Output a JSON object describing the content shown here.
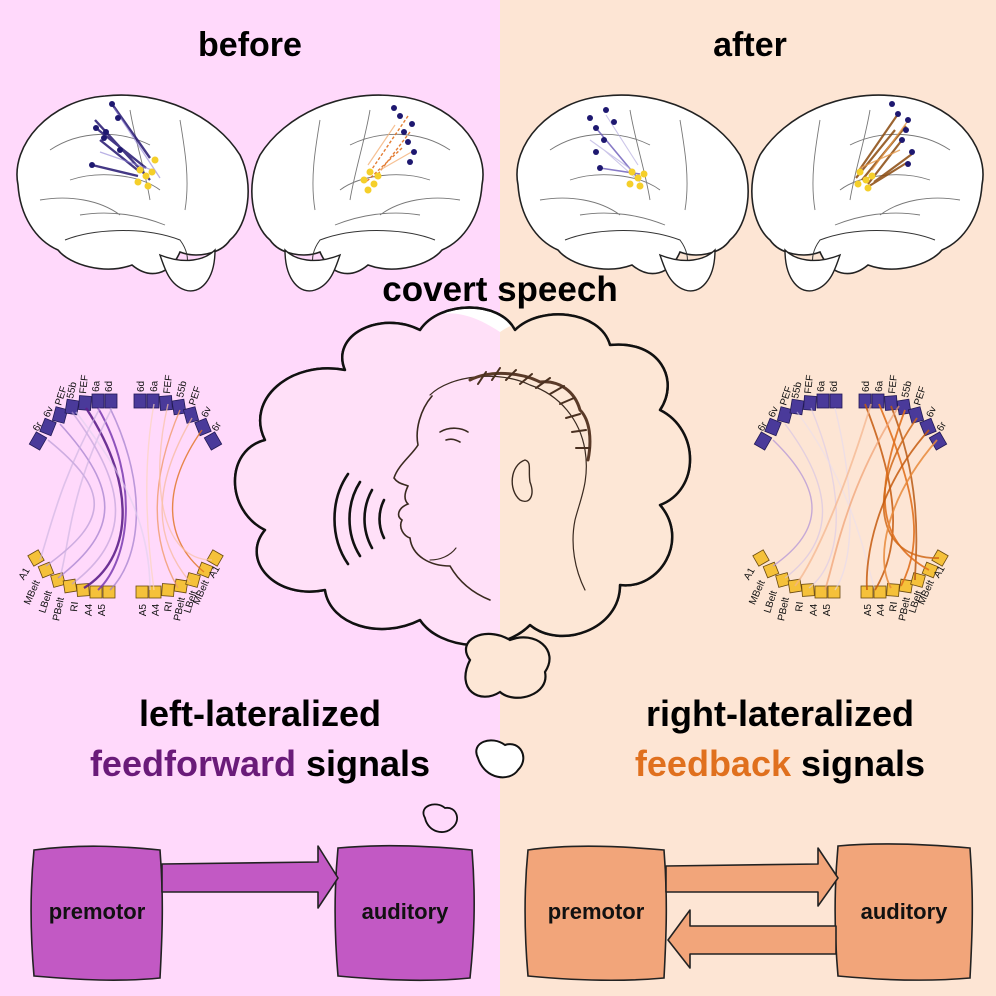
{
  "titles": {
    "before": "before",
    "after": "after",
    "center": "covert speech"
  },
  "left_caption": {
    "line1": "left-lateralized",
    "line2_highlight": "feedforward",
    "line2_rest": " signals"
  },
  "right_caption": {
    "line1": "right-lateralized",
    "line2_highlight": "feedback",
    "line2_rest": " signals"
  },
  "boxes": {
    "left": {
      "source": "premotor",
      "target": "auditory"
    },
    "right": {
      "source": "premotor",
      "target": "auditory"
    }
  },
  "premotor_regions": [
    "6d",
    "6a",
    "FEF",
    "55b",
    "PEF",
    "6v",
    "6r"
  ],
  "auditory_regions": [
    "A1",
    "MBelt",
    "LBelt",
    "PBelt",
    "RI",
    "A4",
    "A5"
  ],
  "colors": {
    "left_bg": "#ffd9fb",
    "right_bg": "#fde5d4",
    "feedforward": "#6a1b79",
    "feedback": "#e0701e",
    "premotor_node": "#4a3a9a",
    "auditory_node": "#f5c13a",
    "left_box": "#c259c4",
    "right_box": "#f2a57a"
  },
  "icons": [
    "brain-outline-icon",
    "head-profile-icon",
    "sound-waves-icon",
    "thought-cloud-icon",
    "arrow-icon"
  ]
}
